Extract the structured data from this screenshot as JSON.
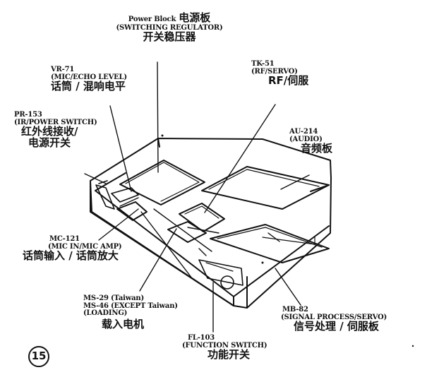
{
  "labels": {
    "power_block": {
      "en1": "Power Block",
      "zh1": "电源板",
      "en2": "(SWITCHING REGULATOR)",
      "zh2": "开关稳压器"
    },
    "vr71": {
      "code": "VR-71",
      "en": "(MIC/ECHO LEVEL)",
      "zh": "话筒 / 混响电平"
    },
    "tk51": {
      "code": "TK-51",
      "en": "(RF/SERVO)",
      "zh": "RF/伺服"
    },
    "pr153": {
      "code": "PR-153",
      "en": "(IR/POWER SWITCH)",
      "zh1": "红外线接收/",
      "zh2": "电源开关"
    },
    "au214": {
      "code": "AU-214",
      "en": "(AUDIO)",
      "zh": "音频板"
    },
    "mc121": {
      "code": "MC-121",
      "en": "(MIC IN/MIC AMP)",
      "zh": "话筒输入 / 话筒放大"
    },
    "ms29": {
      "line1": "MS-29 (Taiwan)",
      "line2": "MS-46 (EXCEPT Taiwan)",
      "line3": "(LOADING)",
      "zh": "载入电机"
    },
    "mb82": {
      "code": "MB-82",
      "en": "(SIGNAL PROCESS/SERVO)",
      "zh": "信号处理 / 伺服板"
    },
    "fl103": {
      "code": "FL-103",
      "en": "(FUNCTION SWITCH)",
      "zh": "功能开关"
    }
  },
  "figure_number": "15"
}
